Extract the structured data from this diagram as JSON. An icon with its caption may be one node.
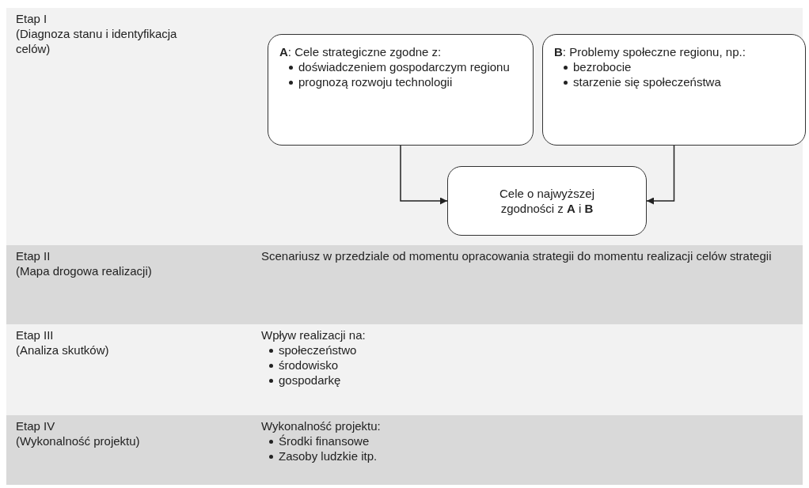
{
  "diagram": {
    "nodes": [
      {
        "text": [
          "Etap I",
          "(Diagnoza stanu i identyfikacja celów)"
        ]
      },
      {
        "text": [
          "**A**: Cele strategiczne zgodne z:",
          "doświadczeniem gospodarczym regionu",
          "prognozą rozwoju technologii"
        ],
        "in": 0
      },
      {
        "text": [
          "**B**: Problemy społeczne regionu, np.:",
          "bezrobocie",
          "starzenie się społeczeństwa"
        ],
        "in": 0
      },
      {
        "text": [
          "Cele o najwyższej zgodności z **A** i **B**"
        ],
        "in": 0
      },
      {
        "text": [
          "Etap II",
          "(Mapa drogowa realizacji)",
          "Scenariusz w przedziale od momentu opracowania strategii do momentu realizacji celów strategii"
        ]
      },
      {
        "text": [
          "Etap III",
          "(Analiza skutków)",
          "Wpływ realizacji na:",
          "społeczeństwo",
          "środowisko",
          "gospodarkę"
        ]
      },
      {
        "text": [
          "Etap IV",
          "(Wykonalność projektu)",
          "Wykonalność projektu:",
          "Środki finansowe",
          "Zasoby ludzkie itp."
        ]
      }
    ],
    "edges": [
      {
        "from": 1,
        "to": 3,
        "arrow": "to"
      },
      {
        "from": 2,
        "to": 3,
        "arrow": "to"
      }
    ]
  }
}
